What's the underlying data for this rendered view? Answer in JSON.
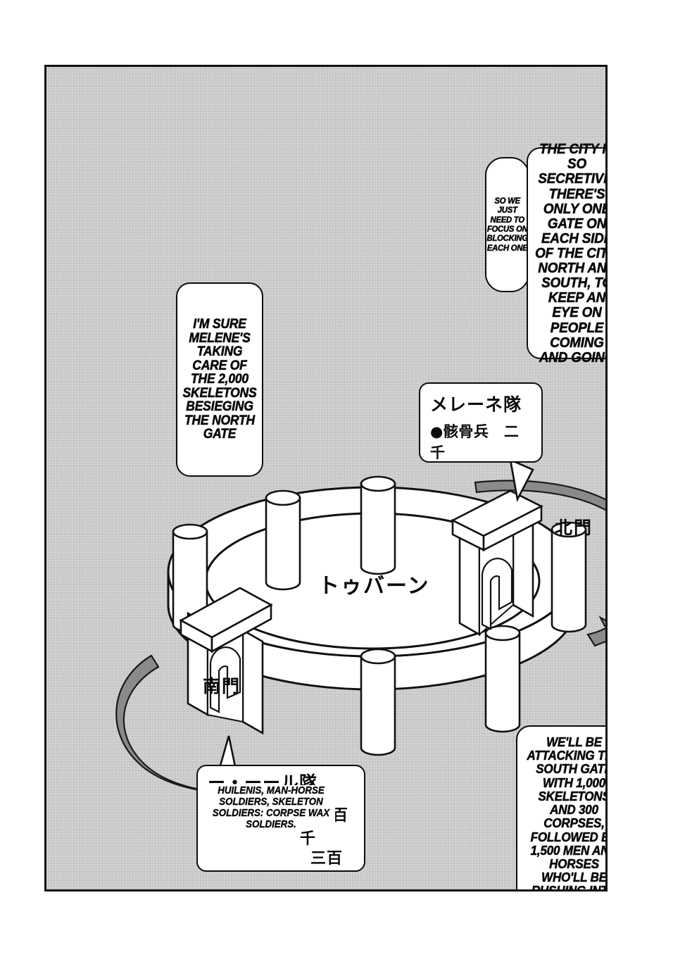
{
  "page": {
    "type": "manga-page",
    "background_color": "#ffffff",
    "panel": {
      "border_color": "#111111",
      "tone_color": "#c9c9c9"
    }
  },
  "bubbles": {
    "city_secretive": {
      "text": "THE CITY IS SO SECRETIVE, THERE'S ONLY ONE GATE ON EACH SIDE OF THE CITY, NORTH AND SOUTH, TO KEEP AN EYE ON PEOPLE COMING AND GOING",
      "position": "top-right"
    },
    "focus_blocking": {
      "text": "SO WE JUST NEED TO FOCUS ON BLOCKING EACH ONE",
      "position": "top-right-inner"
    },
    "melene_north": {
      "text": "I'M SURE MELENE'S TAKING CARE OF THE 2,000 SKELETONS BESIEGING THE NORTH GATE",
      "position": "upper-left"
    },
    "south_attack": {
      "text": "WE'LL BE ATTACKING THE SOUTH GATE WITH 1,000 SKELETONS AND 300 CORPSES, FOLLOWED BY 1,500 MEN AND HORSES WHO'LL BE RUSHING INTO THE CITY BATTLE",
      "position": "bottom-right"
    }
  },
  "roster": {
    "melene_unit": {
      "title": "メレーネ隊",
      "entry": "●骸骨兵　二千",
      "entry_count_label": "二千"
    },
    "south_unit": {
      "title_partial": "ー・ーール隊",
      "count_1": "千五百",
      "count_2": "千",
      "count_3": "三百",
      "english_overlay": "HUILENIS, MAN-HORSE SOLDIERS, SKELETON SOLDIERS: CORPSE WAX SOLDIERS."
    }
  },
  "map": {
    "city_name": "トゥバーン",
    "north_gate_label": "北門",
    "south_gate_label": "南門",
    "tower_count": 6,
    "gate_count": 2,
    "arrow_color": "#8a8a8a",
    "wall_fill": "#ffffff",
    "wall_stroke": "#111111"
  }
}
